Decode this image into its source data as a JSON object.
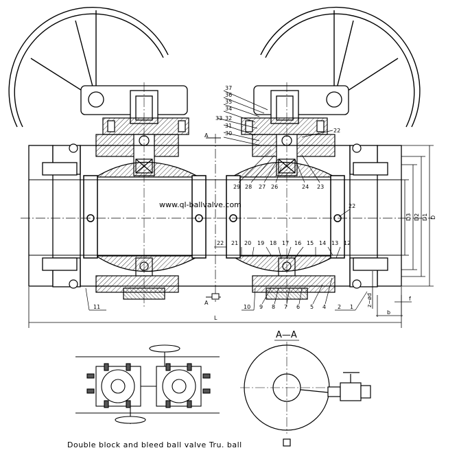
{
  "caption": "Double block and bleed ball valve Tru. ball",
  "website": "www.ql-ballvalve.com",
  "section_title": "A—A",
  "section_marks": [
    "A",
    "A"
  ],
  "part_numbers_bottom": [
    "11",
    "10",
    "9",
    "8",
    "7",
    "6",
    "5",
    "4",
    "2",
    "1"
  ],
  "part_numbers_mid": [
    "22",
    "21",
    "20",
    "19",
    "18",
    "17",
    "16",
    "15",
    "14",
    "13",
    "12"
  ],
  "part_numbers_upper": [
    "29",
    "28",
    "27",
    "26",
    "24",
    "23"
  ],
  "part_numbers_stack": [
    "37",
    "36",
    "35",
    "34",
    "33",
    "32",
    "31",
    "30"
  ],
  "part_number_22_upper": "22",
  "part_number_22_right": "22",
  "dimensions": {
    "L": "L",
    "D": "D",
    "D1": "D1",
    "D2": "D2",
    "D3": "D3",
    "b": "b",
    "f": "f",
    "zd": "z−ød"
  }
}
